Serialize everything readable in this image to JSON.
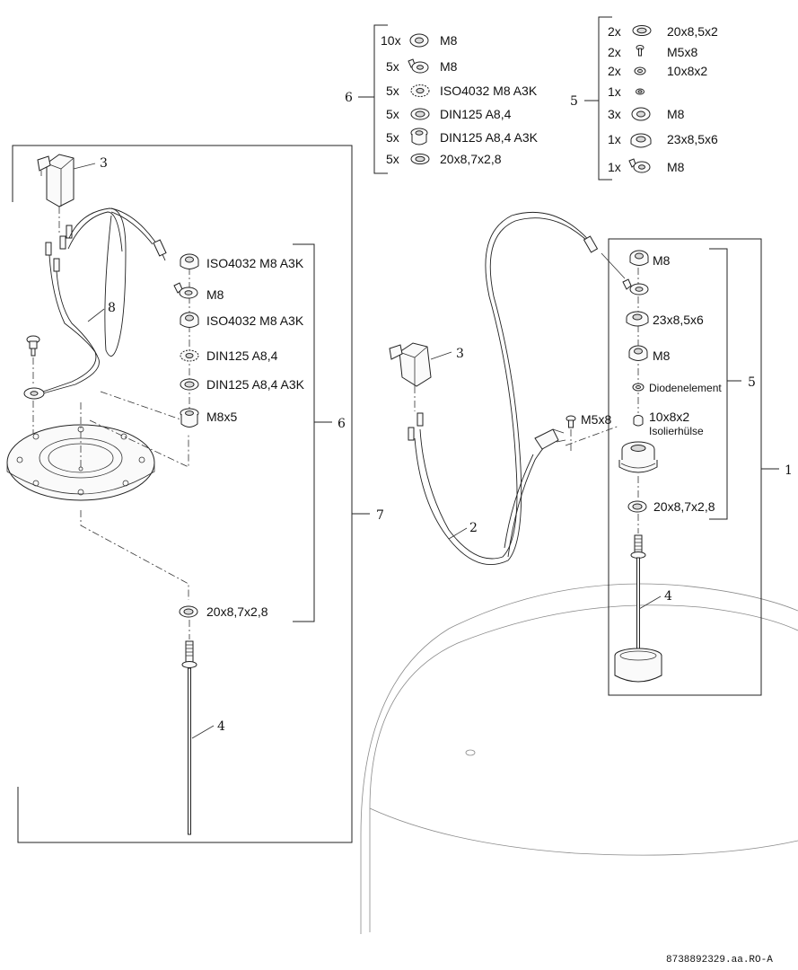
{
  "kit6_top": {
    "callout": "6",
    "rows": [
      {
        "qty": "10x",
        "label": "M8",
        "icon": "nut-icon"
      },
      {
        "qty": "5x",
        "label": "M8",
        "icon": "ring-terminal-icon"
      },
      {
        "qty": "5x",
        "label": "ISO4032 M8 A3K",
        "icon": "toothed-washer-icon"
      },
      {
        "qty": "5x",
        "label": "DIN125 A8,4",
        "icon": "washer-icon"
      },
      {
        "qty": "5x",
        "label": "DIN125 A8,4 A3K",
        "icon": "insulating-bushing-icon"
      },
      {
        "qty": "5x",
        "label": "20x8,7x2,8",
        "icon": "flat-washer-icon"
      }
    ]
  },
  "kit5_top": {
    "callout": "5",
    "rows": [
      {
        "qty": "2x",
        "label": "20x8,5x2",
        "icon": "flat-washer-icon"
      },
      {
        "qty": "2x",
        "label": "M5x8",
        "icon": "screw-icon"
      },
      {
        "qty": "2x",
        "label": "10x8x2",
        "icon": "small-washer-icon"
      },
      {
        "qty": "1x",
        "label": "",
        "icon": "diode-element-icon"
      },
      {
        "qty": "3x",
        "label": "M8",
        "icon": "nut-icon"
      },
      {
        "qty": "1x",
        "label": "23x8,5x6",
        "icon": "thick-washer-icon"
      },
      {
        "qty": "1x",
        "label": "M8",
        "icon": "ring-terminal-icon"
      }
    ]
  },
  "left_assembly": {
    "callout_group": "7",
    "callout_hardware": "6",
    "callout_module": "3",
    "callout_cable": "8",
    "callout_anode": "4",
    "labels": {
      "iso_top": "ISO4032 M8 A3K",
      "m8": "M8",
      "iso_mid": "ISO4032 M8 A3K",
      "din": "DIN125 A8,4",
      "din_a3k": "DIN125 A8,4 A3K",
      "m8x5": "M8x5",
      "washer_bottom": "20x8,7x2,8"
    }
  },
  "right_assembly": {
    "callout_group": "1",
    "callout_hardware": "5",
    "callout_module": "3",
    "callout_cable": "2",
    "callout_anode": "4",
    "labels": {
      "m8_top": "M8",
      "thick_washer": "23x8,5x6",
      "m8_mid": "M8",
      "diode": "Diodenelement",
      "screw": "M5x8",
      "small_washer": "10x8x2",
      "sleeve": "Isolierhülse",
      "washer_bottom": "20x8,7x2,8"
    }
  },
  "doc_number": "8738892329.aa.RO-A"
}
